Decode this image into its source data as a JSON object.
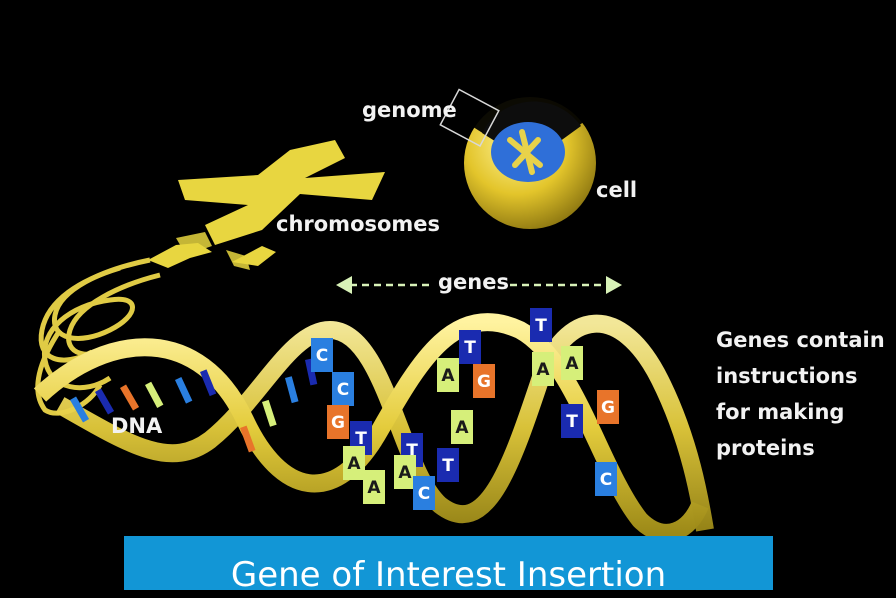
{
  "labels": {
    "genome": "genome",
    "cell": "cell",
    "chromosomes": "chromosomes",
    "genes": "genes",
    "dna": "DNA",
    "caption": [
      "Genes contain",
      "instructions",
      "for making",
      "proteins"
    ]
  },
  "banner": {
    "title": "Gene of Interest Insertion"
  },
  "base_letters": [
    "C",
    "C",
    "G",
    "T",
    "A",
    "A",
    "T",
    "A",
    "T",
    "C",
    "A",
    "G",
    "A",
    "T",
    "T",
    "A",
    "T",
    "A",
    "G",
    "C"
  ],
  "colors": {
    "background": "#000000",
    "helix_gold": "#e8d24a",
    "nucleus_blue": "#2f6fd8",
    "banner_blue": "#1296d6",
    "base_blue": "#2a7fe0",
    "base_navy": "#1a2bb0",
    "base_orange": "#e8742a",
    "base_lime": "#d6ef7a"
  }
}
